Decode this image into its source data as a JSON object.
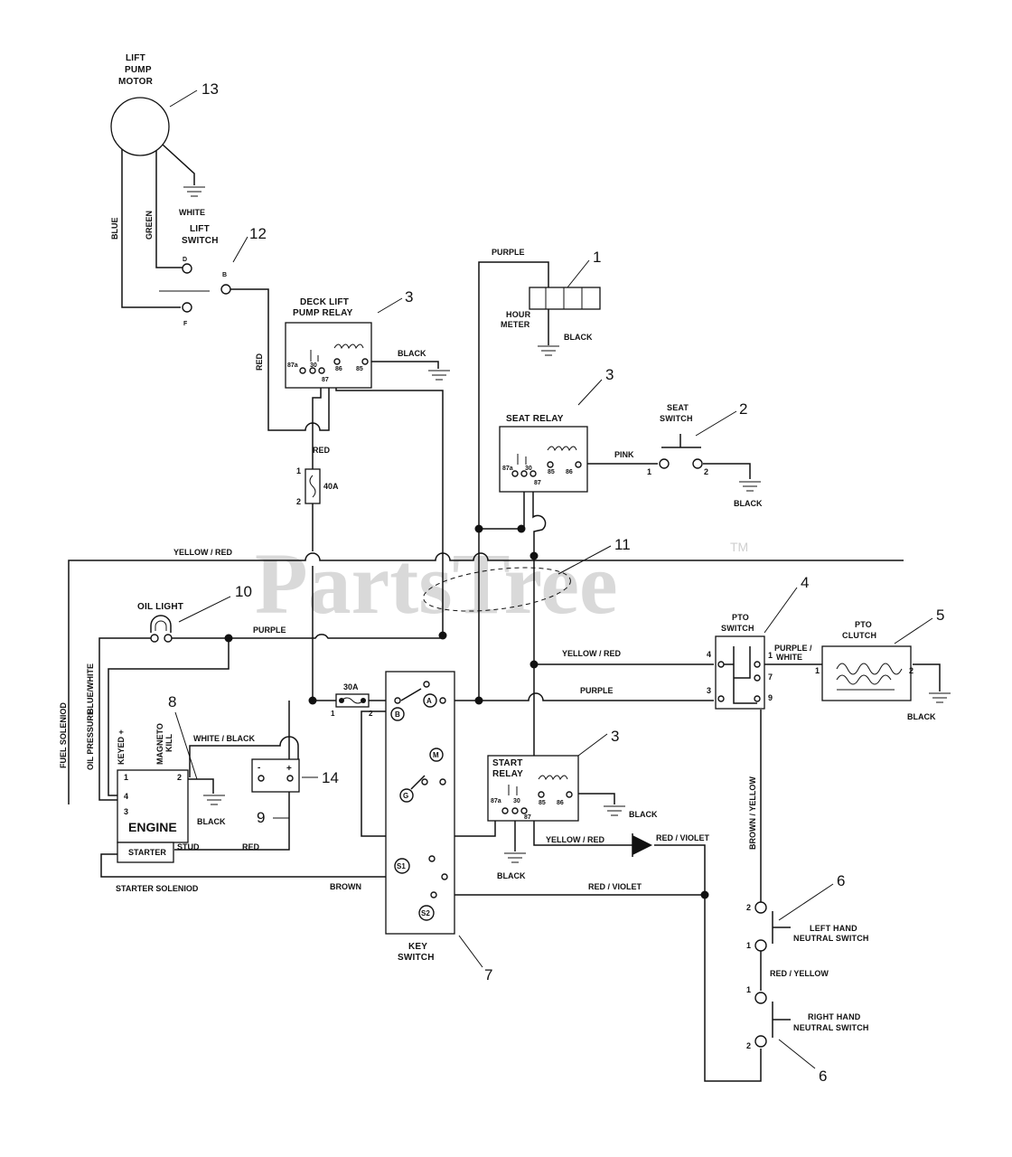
{
  "watermark": {
    "text": "PartsTree",
    "tm": "TM"
  },
  "components": {
    "lift_pump_motor": "LIFT\nPUMP\nMOTOR",
    "lift_switch": "LIFT\nSWITCH",
    "deck_lift_pump_relay": "DECK LIFT\nPUMP RELAY",
    "hour_meter": "HOUR\nMETER",
    "seat_relay": "SEAT RELAY",
    "seat_switch": "SEAT\nSWITCH",
    "oil_light": "OIL LIGHT",
    "pto_switch": "PTO\nSWITCH",
    "pto_clutch": "PTO\nCLUTCH",
    "engine": "ENGINE",
    "starter": "STARTER",
    "stud": "STUD",
    "start_relay": "START\nRELAY",
    "key_switch": "KEY\nSWITCH",
    "left_hand_neutral_switch": "LEFT HAND\nNEUTRAL SWITCH",
    "right_hand_neutral_switch": "RIGHT HAND\nNEUTRAL SWITCH",
    "fuse_40a": "40A",
    "fuse_30a": "30A"
  },
  "callouts": [
    "13",
    "12",
    "3",
    "1",
    "3",
    "2",
    "11",
    "10",
    "4",
    "5",
    "8",
    "14",
    "9",
    "3",
    "6",
    "7",
    "6"
  ],
  "wire_labels": {
    "blue": "BLUE",
    "green": "GREEN",
    "white": "WHITE",
    "red": "RED",
    "black": "BLACK",
    "purple": "PURPLE",
    "pink": "PINK",
    "yellow_red": "YELLOW / RED",
    "purple_white": "PURPLE /\nWHITE",
    "fuel_solenoid": "FUEL SOLENIOD",
    "oil_pressure": "OIL PRESSURE",
    "blue_white": "BLUE/WHITE",
    "keyed": "KEYED +",
    "magneto_kill": "MAGNETO\nKILL",
    "white_black": "WHITE / BLACK",
    "starter_solenoid": "STARTER SOLENIOD",
    "brown": "BROWN",
    "red_violet": "RED / VIOLET",
    "brown_yellow": "BROWN / YELLOW",
    "red_yellow": "RED / YELLOW"
  },
  "terminals": {
    "lift": [
      "D",
      "B",
      "F"
    ],
    "relay_pins": [
      "87a",
      "30",
      "87",
      "86",
      "85"
    ],
    "fuse": [
      "1",
      "2"
    ],
    "seat_switch": [
      "1",
      "2"
    ],
    "pto_switch": [
      "4",
      "1",
      "7",
      "3",
      "9"
    ],
    "pto_clutch": [
      "1",
      "2"
    ],
    "engine": [
      "1",
      "2",
      "4",
      "3"
    ],
    "battery": [
      "-",
      "+"
    ],
    "key_switch": [
      "A",
      "B",
      "M",
      "G",
      "S1",
      "S2"
    ],
    "neutral": [
      "2",
      "1",
      "1",
      "2"
    ]
  }
}
